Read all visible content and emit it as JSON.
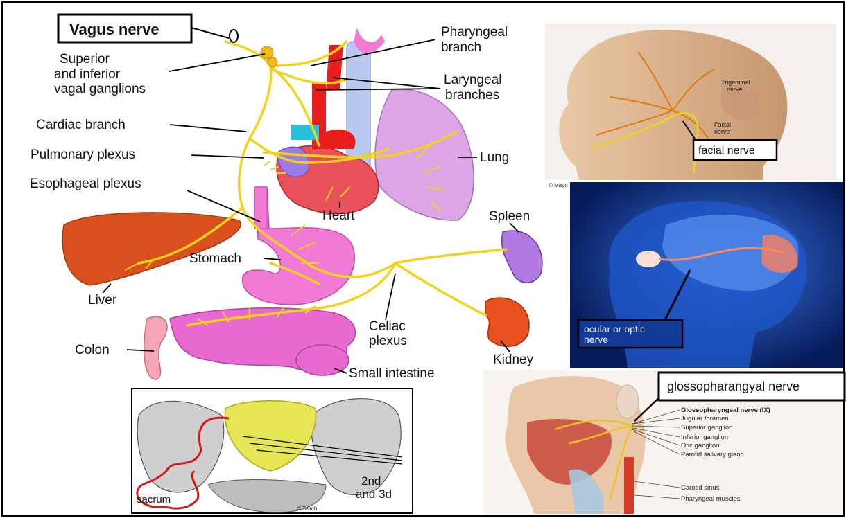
{
  "vagus": {
    "title": "Vagus nerve",
    "labels": {
      "ganglions_1": "Superior",
      "ganglions_2": "and inferior",
      "ganglions_3": "vagal ganglions",
      "pharyngeal_1": "Pharyngeal",
      "pharyngeal_2": "branch",
      "laryngeal_1": "Laryngeal",
      "laryngeal_2": "branches",
      "cardiac": "Cardiac branch",
      "pulmonary": "Pulmonary plexus",
      "lung": "Lung",
      "esophageal": "Esophageal plexus",
      "heart": "Heart",
      "spleen": "Spleen",
      "stomach": "Stomach",
      "liver": "Liver",
      "celiac_1": "Celiac",
      "celiac_2": "plexus",
      "colon": "Colon",
      "kidney": "Kidney",
      "small_intestine": "Small intestine"
    }
  },
  "facial": {
    "label": "facial nerve",
    "small": {
      "trigeminal_1": "Trigeminal",
      "trigeminal_2": "nerve",
      "facial_1": "Facial",
      "facial_2": "nerve",
      "credit": "© Mayo"
    }
  },
  "optic": {
    "label_1": "ocular or optic",
    "label_2": "nerve"
  },
  "glosso": {
    "label": "glossopharangyal nerve",
    "items": [
      "Glossopharyngeal nerve (IX)",
      "Jugular foramen",
      "Superior ganglion",
      "Inferior ganglion",
      "Otic ganglion",
      "Parotid salivary gland",
      "Carotid sinus",
      "Pharyngeal muscles"
    ]
  },
  "pelvis": {
    "sacrum": "sacrum",
    "vert_1": "2nd",
    "vert_2": "and 3d",
    "credit": "© Teach"
  },
  "colors": {
    "nerve": "#f2d21c",
    "lung": "#dca6e6",
    "heart": "#e8505a",
    "liver": "#d8501e",
    "stomach": "#f07ad4",
    "brain_bg": "#0a2a78",
    "sacrum": "#e6e655",
    "annot_red": "#d41818"
  }
}
